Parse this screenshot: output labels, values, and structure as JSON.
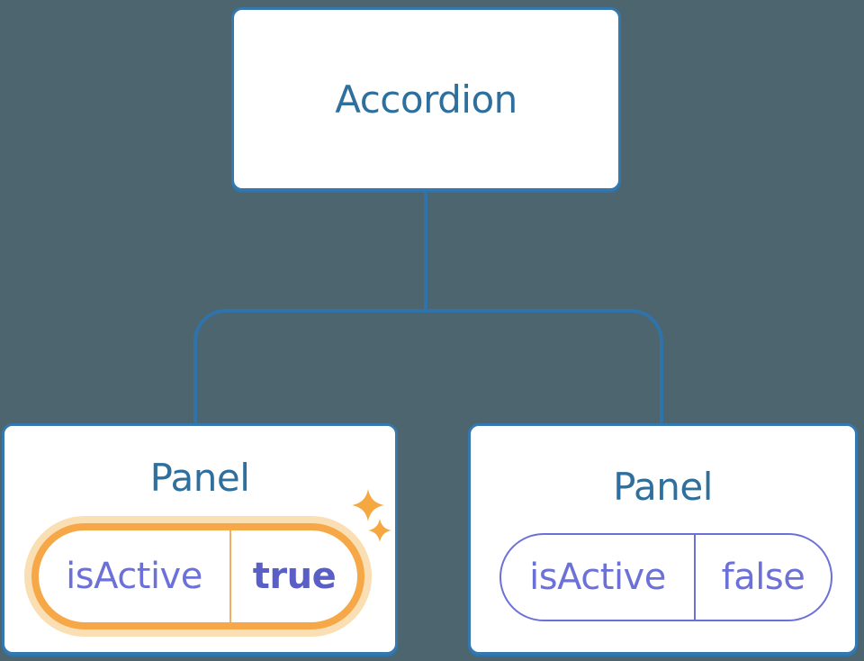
{
  "colors": {
    "background": "#4D656E",
    "box_border": "#3478AF",
    "line": "#2E74AB",
    "title_text": "#2E6F9D",
    "prop_text": "#6C71D9",
    "prop_value_active": "#5A5FC8",
    "active_ring": "#F6A848",
    "active_glow": "#FBDFB4",
    "active_divider": "#F2AF62",
    "sparkle": "#F5A840"
  },
  "tree": {
    "root": {
      "label": "Accordion"
    },
    "panels": [
      {
        "title": "Panel",
        "prop_name": "isActive",
        "prop_value": "true",
        "active": true,
        "icon": "sparkle-icon"
      },
      {
        "title": "Panel",
        "prop_name": "isActive",
        "prop_value": "false",
        "active": false
      }
    ]
  }
}
